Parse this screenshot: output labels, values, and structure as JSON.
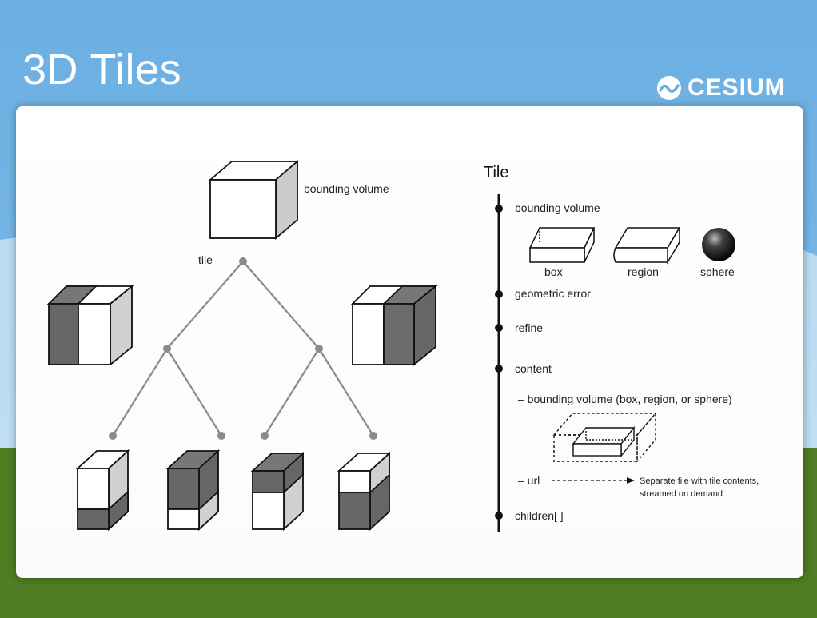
{
  "slide": {
    "title": "3D Tiles",
    "brand": "CESIUM"
  },
  "colors": {
    "sky": "#6aaee0",
    "grass": "#4f7d22",
    "light_fill": "#ffffff",
    "mid_fill": "#cfcfcf",
    "dark_fill": "#666666",
    "line": "#8a8a8a"
  },
  "tree": {
    "bounding_volume_label": "bounding volume",
    "tile_label": "tile"
  },
  "tile_schema": {
    "heading": "Tile",
    "bounding_volume": "bounding volume",
    "box": "box",
    "region": "region",
    "sphere": "sphere",
    "geometric_error": "geometric error",
    "refine": "refine",
    "content": "content",
    "content_bounding_volume": "– bounding volume (box, region, or sphere)",
    "url": "– url",
    "url_note_1": "Separate file with tile contents,",
    "url_note_2": "streamed on demand",
    "children": "children[ ]"
  }
}
